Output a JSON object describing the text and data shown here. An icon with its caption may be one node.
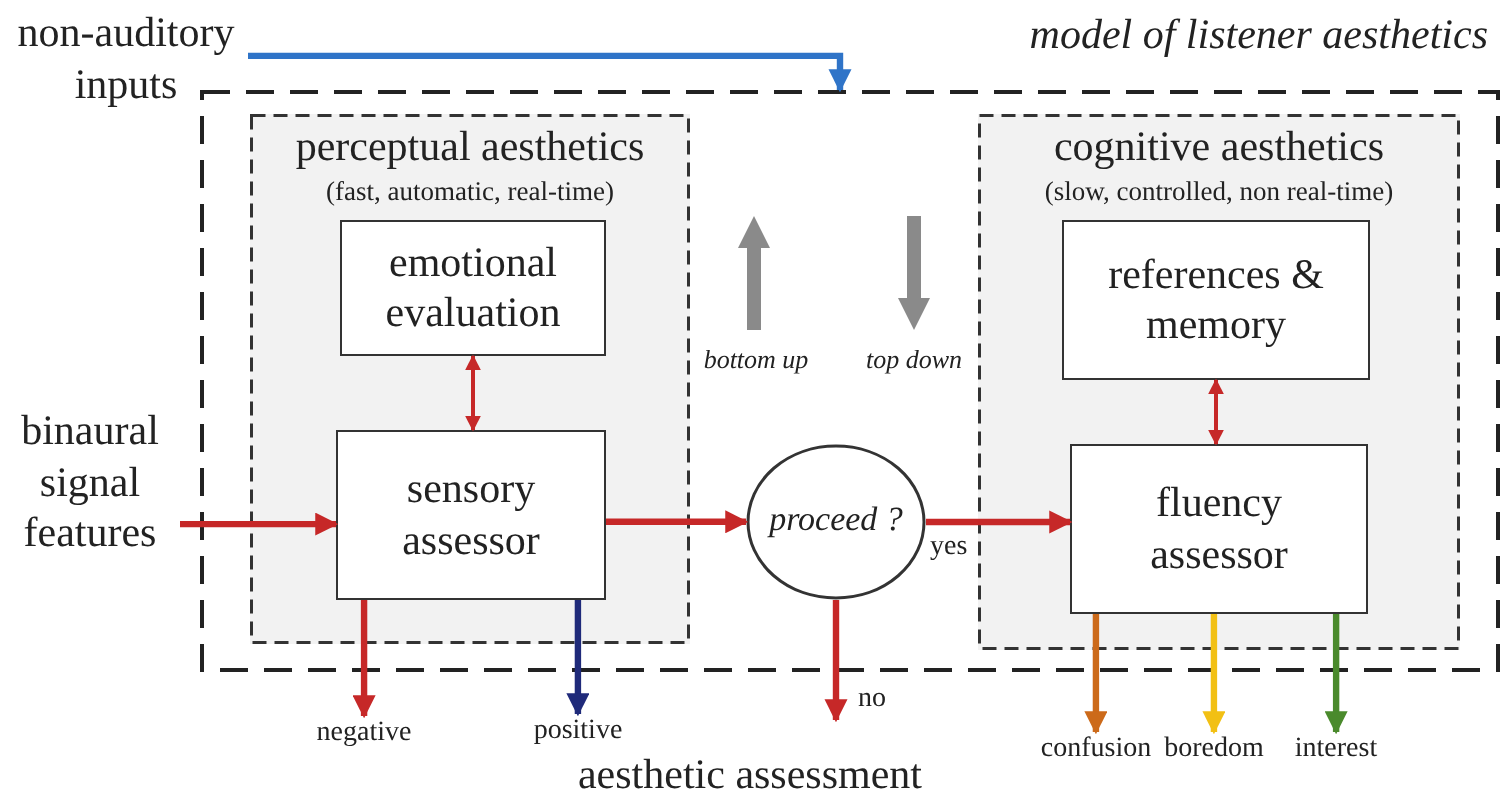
{
  "diagram": {
    "nodes": [
      {
        "text": [
          "model of listener aesthetics"
        ]
      },
      {
        "text": [
          "perceptual aesthetics",
          "(fast, automatic, real-time)"
        ],
        "in": 0
      },
      {
        "text": [
          "emotional evaluation"
        ],
        "in": 1
      },
      {
        "text": [
          "sensory assessor"
        ],
        "in": 1
      },
      {
        "text": [
          "cognitive aesthetics",
          "(slow, controlled, non real-time)"
        ],
        "in": 0
      },
      {
        "text": [
          "references & memory"
        ],
        "in": 4
      },
      {
        "text": [
          "fluency assessor"
        ],
        "in": 4
      },
      {
        "text": [
          "proceed ?"
        ],
        "in": 0
      },
      {
        "text": [
          "non-auditory inputs"
        ]
      },
      {
        "text": [
          "binaural signal features"
        ]
      },
      {
        "text": [
          "negative"
        ]
      },
      {
        "text": [
          "positive"
        ]
      },
      {
        "text": [
          "confusion"
        ]
      },
      {
        "text": [
          "boredom"
        ]
      },
      {
        "text": [
          "interest"
        ]
      }
    ],
    "edges": [
      {
        "from": 8,
        "to": 0,
        "arrow": "to",
        "color": "#2f74c8"
      },
      {
        "from": 9,
        "to": 3,
        "arrow": "to"
      },
      {
        "from": 3,
        "to": 7,
        "arrow": "to"
      },
      {
        "from": 7,
        "to": 6,
        "arrow": "to",
        "label": "yes"
      },
      {
        "from": 7,
        "to": null,
        "arrow": "to",
        "label": "no"
      },
      {
        "from": 2,
        "to": 3,
        "arrow": "both"
      },
      {
        "from": 5,
        "to": 6,
        "arrow": "both"
      },
      {
        "from": 3,
        "to": 10,
        "arrow": "to"
      },
      {
        "from": 3,
        "to": 11,
        "arrow": "to",
        "color": "#1f2a7a"
      },
      {
        "from": 6,
        "to": 12,
        "arrow": "to",
        "color": "#cc6a1a"
      },
      {
        "from": 6,
        "to": 13,
        "arrow": "to",
        "color": "#f2c014"
      },
      {
        "from": 6,
        "to": 14,
        "arrow": "to",
        "color": "#4a8a2c"
      }
    ],
    "labels": [
      "bottom up",
      "top down",
      "aesthetic assessment"
    ]
  }
}
